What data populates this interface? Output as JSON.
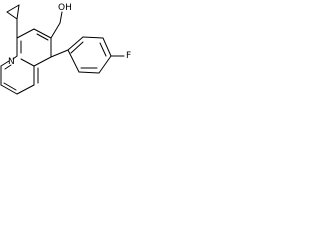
{
  "molecule": {
    "labels": {
      "hydroxyl": "OH",
      "nitrogen": "N",
      "fluorine": "F"
    },
    "colors": {
      "background": "#ffffff",
      "bond": "#000000",
      "label": "#000000"
    }
  }
}
